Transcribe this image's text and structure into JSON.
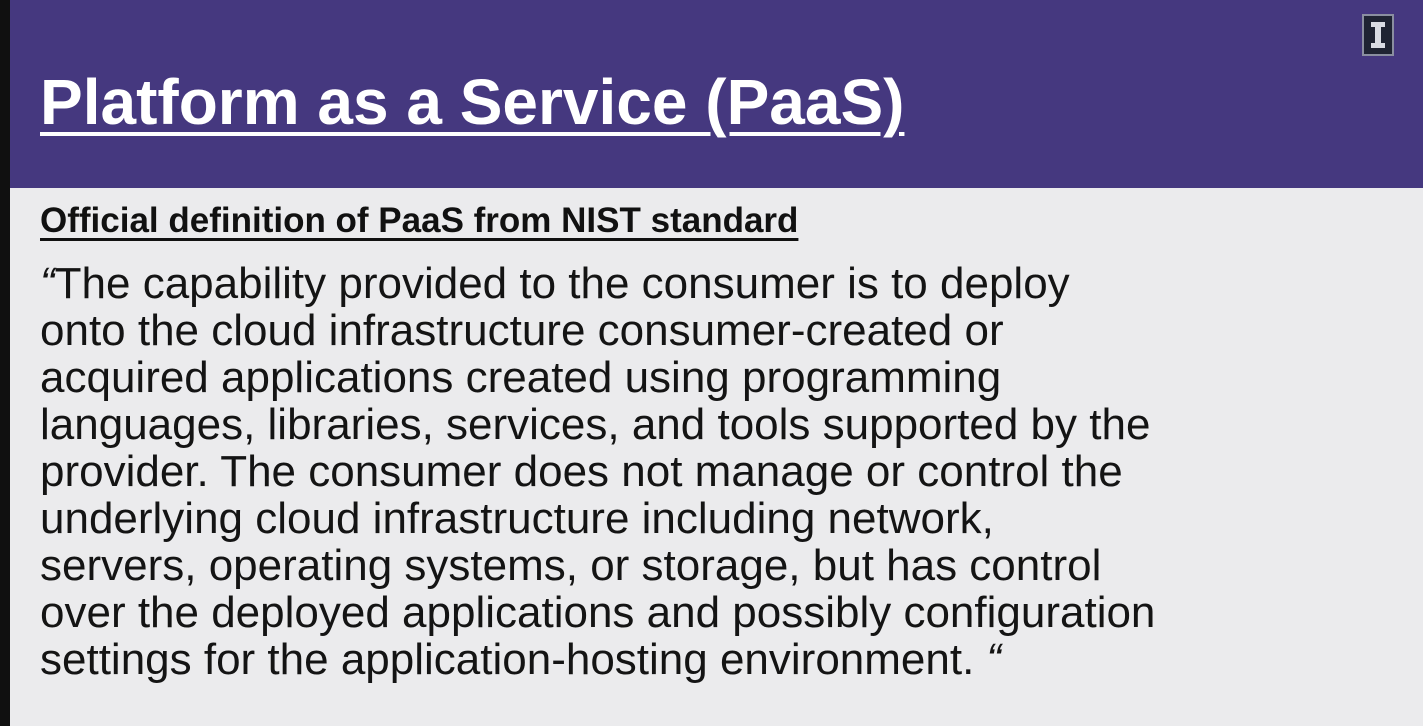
{
  "slide": {
    "title": "Platform as a Service (PaaS)",
    "subtitle": "Official definition of PaaS from NIST standard",
    "quote_open": "“",
    "quote_close": "“",
    "quote_lines": [
      "The capability provided to the consumer is to deploy",
      "onto the cloud infrastructure consumer-created or",
      "acquired applications created using programming",
      "languages, libraries, services, and tools supported by the",
      "provider. The consumer does not manage or control the",
      "underlying cloud infrastructure including network,",
      "servers, operating systems, or storage, but has control",
      "over the deployed applications and possibly configuration",
      "settings for the application-hosting environment."
    ]
  },
  "colors": {
    "header_bg": "#45387f",
    "slide_bg": "#ebebed",
    "text": "#141414",
    "title_text": "#ffffff"
  },
  "icons": {
    "logo": "university-block-i-icon"
  }
}
